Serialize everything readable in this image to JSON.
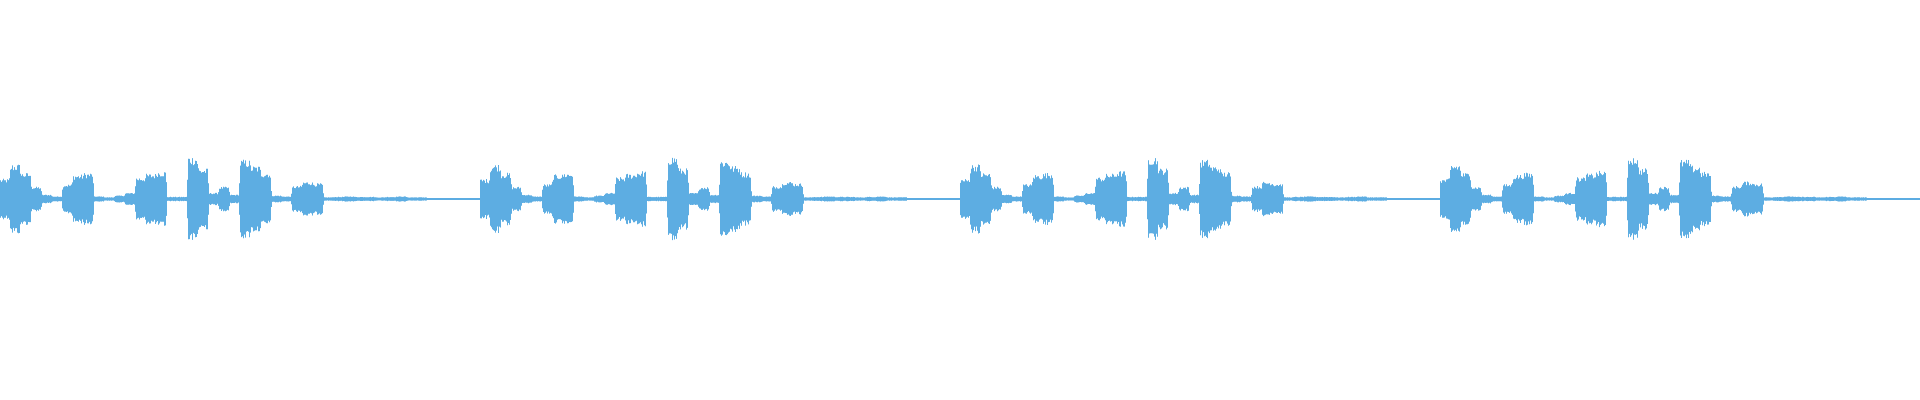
{
  "waveform": {
    "color": "#5dade2",
    "background": "#ffffff",
    "phrase_repeats": 4,
    "amplitude_envelope": [
      0.46,
      0.8,
      0.6,
      0.28,
      0.1,
      0.06,
      0.34,
      0.56,
      0.6,
      0.06,
      0.04,
      0.08,
      0.14,
      0.5,
      0.58,
      0.64,
      0.05,
      0.05,
      0.98,
      0.7,
      0.14,
      0.28,
      0.1,
      0.9,
      0.76,
      0.62,
      0.08,
      0.06,
      0.3,
      0.4,
      0.36,
      0.04,
      0.05,
      0.06,
      0.05,
      0.05,
      0.04,
      0.05,
      0.06,
      0.04,
      0.04,
      0.0,
      0.0,
      0.0,
      0.02,
      0.0
    ]
  }
}
